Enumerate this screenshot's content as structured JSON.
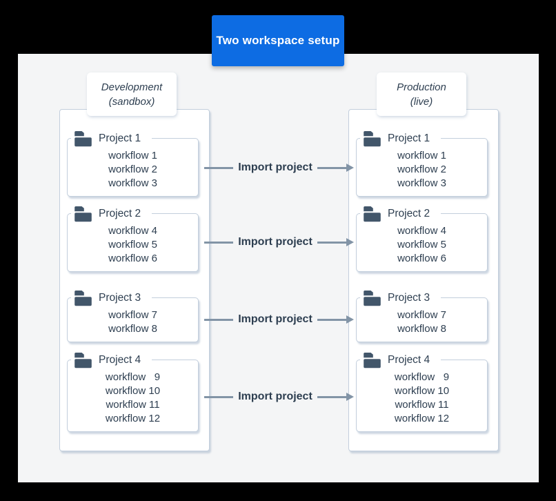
{
  "title": "Two workspace setup",
  "workspaces": [
    {
      "id": "development",
      "label": [
        "Development",
        "(sandbox)"
      ],
      "projects": [
        {
          "name": "Project 1",
          "workflows": [
            "workflow 1",
            "workflow 2",
            "workflow 3"
          ]
        },
        {
          "name": "Project 2",
          "workflows": [
            "workflow 4",
            "workflow 5",
            "workflow 6"
          ]
        },
        {
          "name": "Project 3",
          "workflows": [
            "workflow 7",
            "workflow 8"
          ]
        },
        {
          "name": "Project 4",
          "workflows": [
            "workflow   9",
            "workflow 10",
            "workflow 11",
            "workflow 12"
          ]
        }
      ]
    },
    {
      "id": "production",
      "label": [
        "Production",
        "(live)"
      ],
      "projects": [
        {
          "name": "Project 1",
          "workflows": [
            "workflow 1",
            "workflow 2",
            "workflow 3"
          ]
        },
        {
          "name": "Project 2",
          "workflows": [
            "workflow 4",
            "workflow 5",
            "workflow 6"
          ]
        },
        {
          "name": "Project 3",
          "workflows": [
            "workflow 7",
            "workflow 8"
          ]
        },
        {
          "name": "Project 4",
          "workflows": [
            "workflow   9",
            "workflow 10",
            "workflow 11",
            "workflow 12"
          ]
        }
      ]
    }
  ],
  "arrows": [
    {
      "label": "Import project"
    },
    {
      "label": "Import project"
    },
    {
      "label": "Import project"
    },
    {
      "label": "Import project"
    }
  ],
  "icons": {
    "folder": "folder-icon",
    "arrowhead": "arrowhead-right-icon"
  },
  "colors": {
    "accent_blue": "#0d6ce3",
    "outer_background": "#000000",
    "panel_background": "#f4f5f6",
    "box_border": "#c2cedc",
    "text_dark": "#2d3e50",
    "arrow_gray": "#8294a6",
    "folder_fill": "#42566a"
  }
}
